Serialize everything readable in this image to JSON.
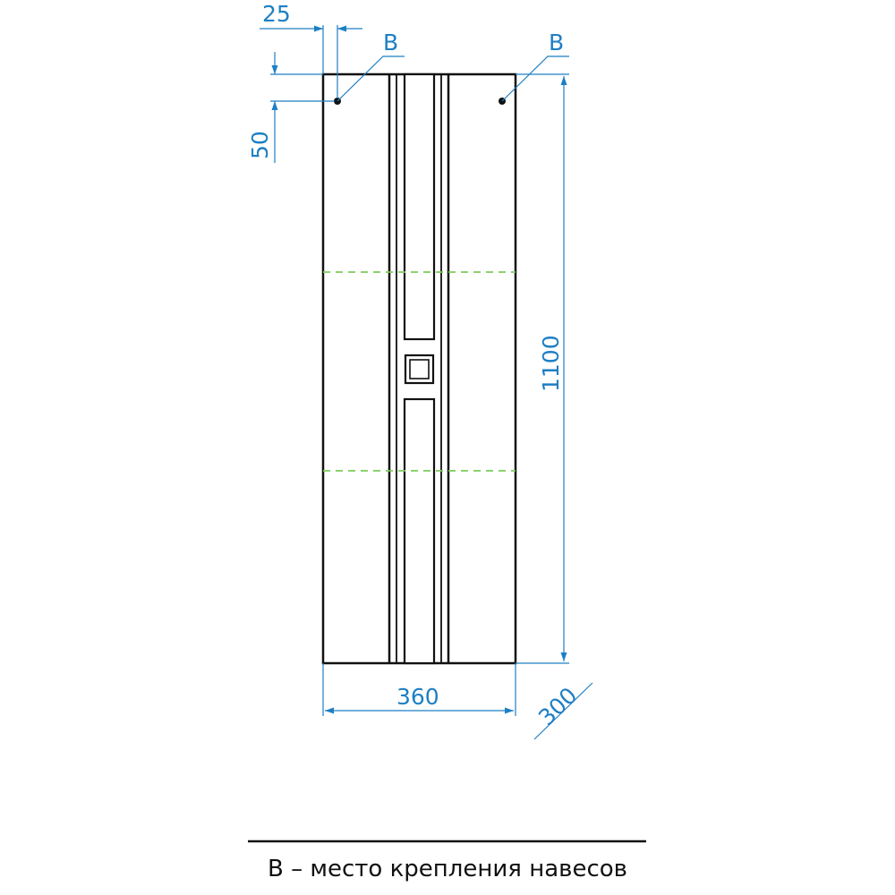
{
  "colors": {
    "outline": "#111111",
    "dimension": "#1e7fc4",
    "shelf": "#7ccb5a",
    "background": "#ffffff"
  },
  "dimensions": {
    "offset_x": "25",
    "offset_y": "50",
    "height": "1100",
    "width": "360",
    "depth": "300"
  },
  "mount_points": {
    "left_label": "В",
    "right_label": "В"
  },
  "legend": {
    "text": "В – место крепления навесов"
  }
}
